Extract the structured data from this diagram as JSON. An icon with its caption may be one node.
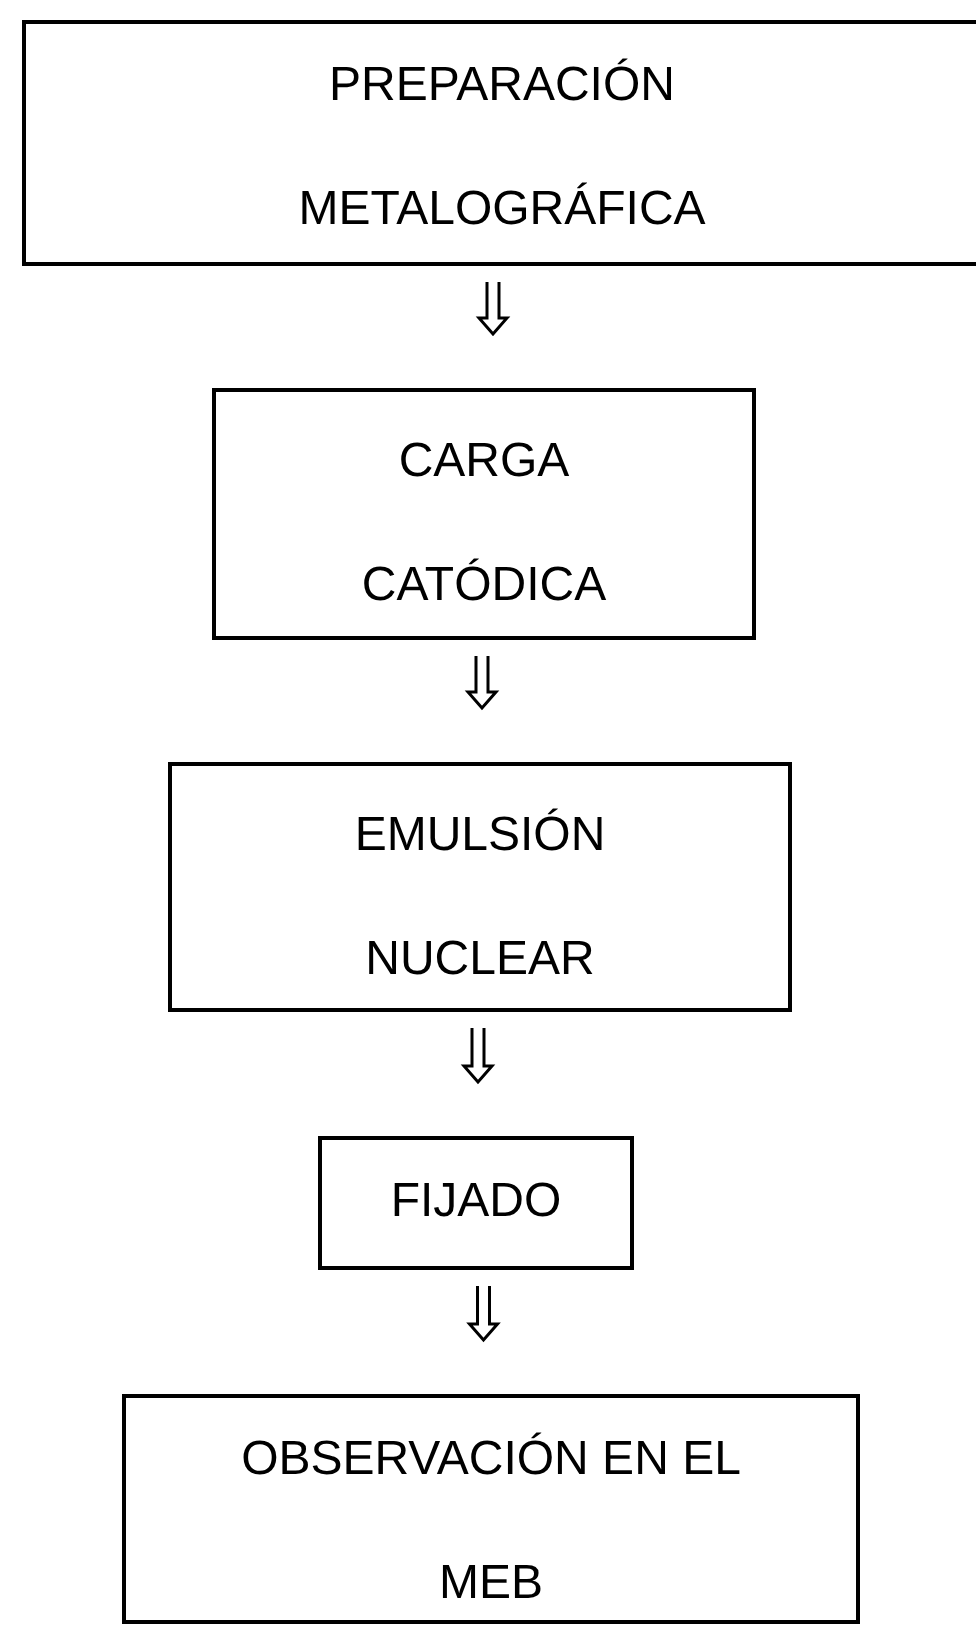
{
  "diagram": {
    "nodes": [
      {
        "text": [
          "PREPARACIÓN METALOGRÁFICA"
        ]
      },
      {
        "text": [
          "CARGA CATÓDICA"
        ]
      },
      {
        "text": [
          "EMULSIÓN NUCLEAR"
        ]
      },
      {
        "text": [
          "FIJADO"
        ]
      },
      {
        "text": [
          "OBSERVACIÓN EN EL MEB"
        ]
      }
    ],
    "edges": [
      {
        "from": 0,
        "to": 1,
        "arrow": "to"
      },
      {
        "from": 1,
        "to": 2,
        "arrow": "to"
      },
      {
        "from": 2,
        "to": 3,
        "arrow": "to"
      },
      {
        "from": 3,
        "to": 4,
        "arrow": "to"
      }
    ]
  }
}
